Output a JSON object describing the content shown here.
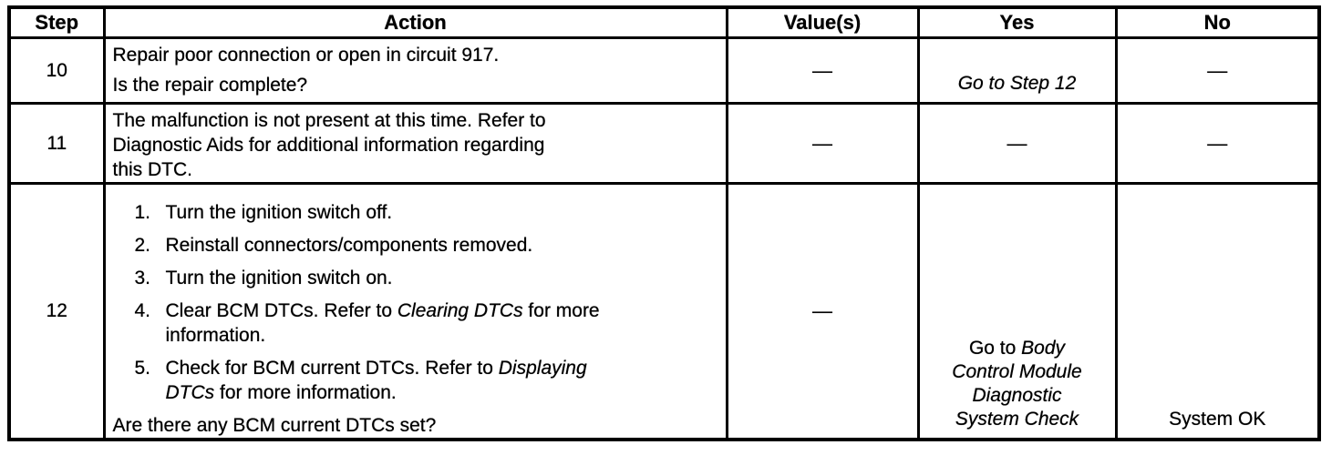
{
  "ink_color": "#000000",
  "paper_color": "#ffffff",
  "header": {
    "step": "Step",
    "action": "Action",
    "values": "Value(s)",
    "yes": "Yes",
    "no": "No"
  },
  "rows": {
    "r10": {
      "step": "10",
      "action_line1": "Repair poor connection or open in circuit 917.",
      "action_line2": "Is the repair complete?",
      "value": "—",
      "yes": "Go to Step 12",
      "no": "—"
    },
    "r11": {
      "step": "11",
      "action_line1": "The malfunction is not present at this time. Refer to",
      "action_line2": "Diagnostic Aids for additional information regarding",
      "action_line3": "this DTC.",
      "value": "—",
      "yes": "—",
      "no": "—"
    },
    "r12": {
      "step": "12",
      "list": {
        "i1": {
          "num": "1.",
          "text": "Turn the ignition switch off."
        },
        "i2": {
          "num": "2.",
          "text": "Reinstall connectors/components removed."
        },
        "i3": {
          "num": "3.",
          "text": "Turn the ignition switch on."
        },
        "i4": {
          "num": "4.",
          "line1_pre": "Clear BCM DTCs. Refer to ",
          "line1_em": "Clearing DTCs",
          "line1_post": " for more",
          "line2": "information."
        },
        "i5": {
          "num": "5.",
          "line1_pre": "Check for BCM current DTCs. Refer to ",
          "line1_em": "Displaying",
          "line2_em": "DTCs",
          "line2_post": " for more information."
        }
      },
      "question": "Are there any BCM current DTCs set?",
      "value": "—",
      "yes_pre": "Go to ",
      "yes_em_line1": "Body",
      "yes_em_line2": "Control Module",
      "yes_em_line3": "Diagnostic",
      "yes_em_line4": "System Check",
      "no": "System OK"
    }
  }
}
